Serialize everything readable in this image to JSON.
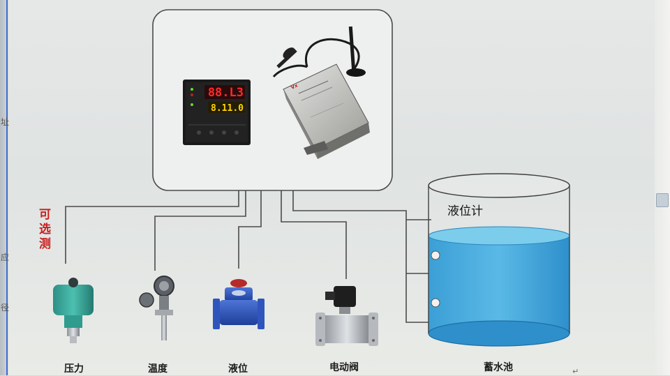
{
  "left_edge_chars": [
    "址",
    "应",
    "径"
  ],
  "optional_label": "可选测",
  "tank": {
    "label": "液位计",
    "caption": "蓄水池",
    "water_color": "#3aa8dc"
  },
  "devices": [
    {
      "id": "pressure",
      "label": "压力"
    },
    {
      "id": "temperature",
      "label": "温度"
    },
    {
      "id": "level",
      "label": "液位"
    },
    {
      "id": "valve",
      "label": "电动阀"
    }
  ],
  "controller": {
    "display_top": "88.L3",
    "display_bottom": "8.11.0"
  },
  "colors": {
    "wire": "#4a4a4a",
    "opt_text": "#c8201f",
    "led_red": "#ff2a2a",
    "led_yellow": "#ffd400"
  }
}
